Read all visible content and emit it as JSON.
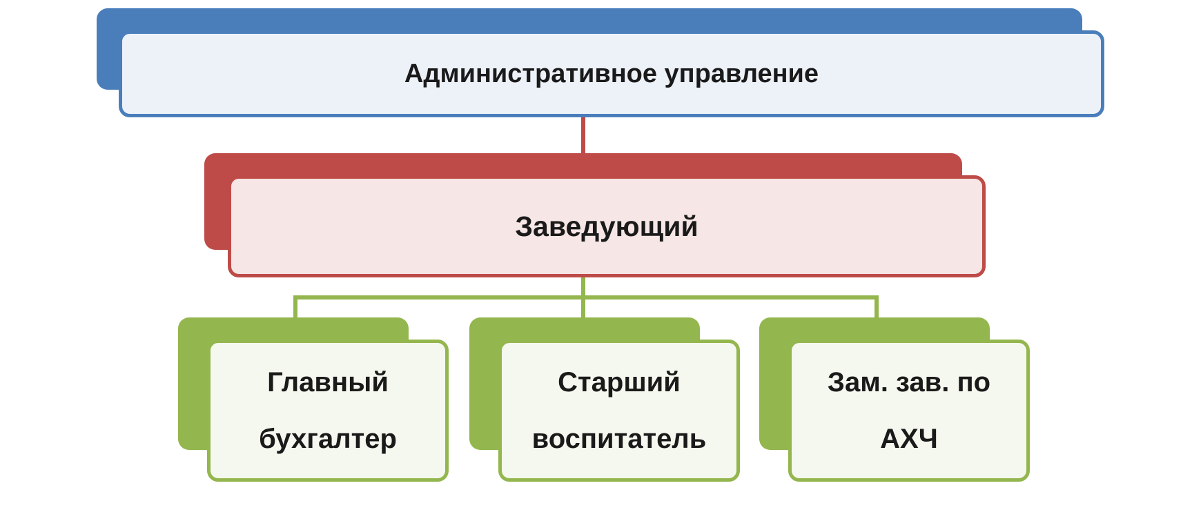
{
  "diagram": {
    "type": "org-chart",
    "root": {
      "label": "Административное управление",
      "accent": "#4a7ebb",
      "fill": "#edf2f9"
    },
    "head": {
      "label": "Заведующий",
      "accent": "#be4b48",
      "fill": "#f6e6e5"
    },
    "children_style": {
      "accent": "#94b64e",
      "fill": "#f5f8ee"
    },
    "children": [
      {
        "label": "Главный бухгалтер"
      },
      {
        "label": "Старший воспитатель"
      },
      {
        "label": "Зам. зав. по АХЧ"
      }
    ],
    "connectors": {
      "root_to_head_color": "#be4b48",
      "head_to_children_color": "#94b64e"
    }
  }
}
